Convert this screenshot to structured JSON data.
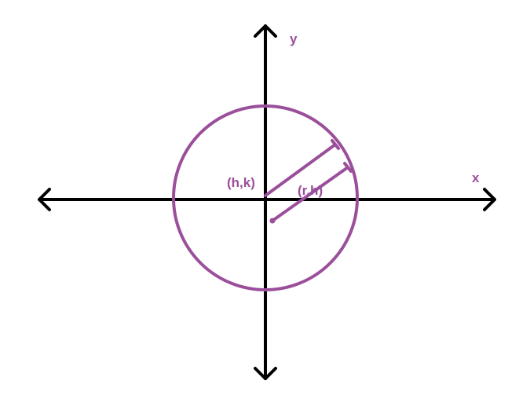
{
  "diagram": {
    "axis_labels": {
      "x": "x",
      "y": "y"
    },
    "point_labels": {
      "center": "(h,k)",
      "radius": "(r,h)"
    },
    "colors": {
      "axes": "#000000",
      "accent": "#9b4f9b",
      "background": "#ffffff"
    }
  }
}
